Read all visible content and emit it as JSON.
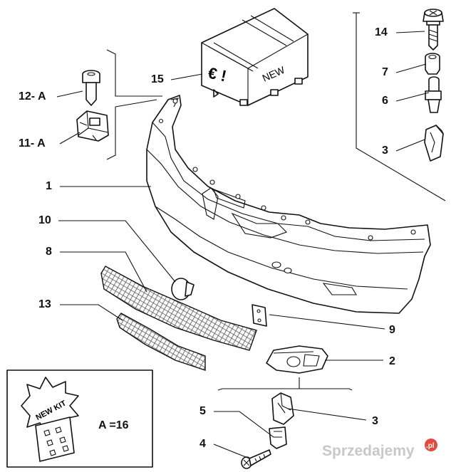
{
  "callouts": {
    "c14": "14",
    "c7": "7",
    "c6": "6",
    "c3_top": "3",
    "c15": "15",
    "c12": "12- A",
    "c11": "11- A",
    "c1": "1",
    "c10": "10",
    "c8": "8",
    "c13": "13",
    "c9": "9",
    "c2": "2",
    "c5": "5",
    "c3_bottom": "3",
    "c4": "4"
  },
  "kit_box": {
    "burst_text_line1": "NEW KIT",
    "formula": "A =16"
  },
  "crate": {
    "label": "NEW",
    "symbol": "€ !"
  },
  "watermark": {
    "text": "Sprzedajemy",
    "badge": ".pl"
  }
}
